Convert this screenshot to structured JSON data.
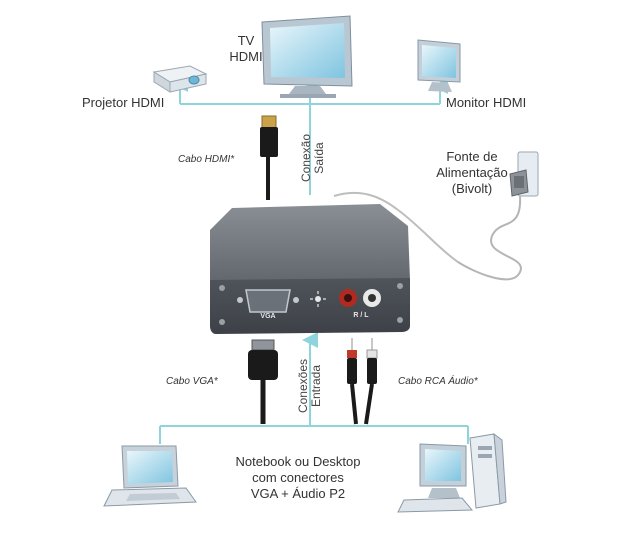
{
  "labels": {
    "tv_line1": "TV",
    "tv_line2": "HDMI",
    "projector": "Projetor HDMI",
    "monitor": "Monitor HDMI",
    "power_line1": "Fonte de",
    "power_line2": "Alimentação",
    "power_line3": "(Bivolt)",
    "hdmi_cable": "Cabo HDMI*",
    "output_line1": "Conexão",
    "output_line2": "Saída",
    "vga_cable": "Cabo VGA*",
    "input_line1": "Conexões",
    "input_line2": "Entrada",
    "rca_cable": "Cabo RCA Áudio*",
    "device_line1": "Notebook ou Desktop",
    "device_line2": "com conectores",
    "device_line3": "VGA + Áudio P2",
    "port_vga": "VGA",
    "port_rl": "R / L"
  },
  "colors": {
    "link_line": "#8fd3dc",
    "box_body": "#5a5f66",
    "box_top": "#7b8088",
    "cable": "#1a1a1a",
    "rca_red": "#c0392b"
  },
  "icons": [
    "tv-icon",
    "projector-icon",
    "monitor-icon",
    "power-adapter-icon",
    "laptop-icon",
    "desktop-pc-icon"
  ]
}
